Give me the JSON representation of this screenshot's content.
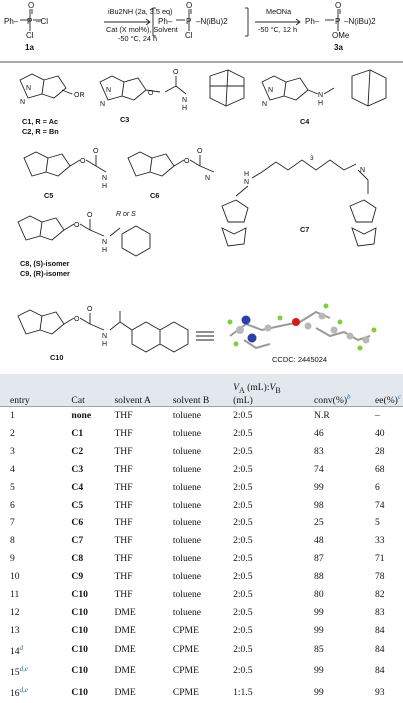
{
  "scheme": {
    "reactant_name": "1a",
    "reagent_line": "iBu2NH (2a, 3.5 eq)",
    "conditions_line1": "Cat (X mol%), Solvent",
    "conditions_line2": "-50 °C, 24 h",
    "step2_line1": "MeONa",
    "step2_line2": "-50 °C, 12 h",
    "product_name": "3a"
  },
  "catalysts": {
    "c1_label": "C1, R = Ac",
    "c2_label": "C2, R = Bn",
    "c3_label": "C3",
    "c4_label": "C4",
    "c5_label": "C5",
    "c6_label": "C6",
    "c7_label": "C7",
    "c8_label": "C8, (S)-isomer",
    "c9_label": "C9, (R)-isomer",
    "c10_label": "C10",
    "r_or_s": "R or S",
    "chain_repeat": "3"
  },
  "crystal": {
    "ccdc": "CCDC: 2445024"
  },
  "table": {
    "headers": {
      "entry": "entry",
      "cat": "Cat",
      "solvent_a": "solvent A",
      "solvent_b": "solvent B",
      "ratio_a": "V",
      "ratio_a_sub": "A",
      "ratio_mid": " (mL):",
      "ratio_b": "V",
      "ratio_b_sub": "B",
      "ratio_unit": "(mL)",
      "conv": "conv(%)",
      "conv_fn": "b",
      "ee": "ee(%)",
      "ee_fn": "c"
    },
    "rows": [
      {
        "entry": "1",
        "fn": "",
        "cat": "none",
        "sa": "THF",
        "sb": "toluene",
        "ratio": "2:0.5",
        "conv": "N.R",
        "ee": "–"
      },
      {
        "entry": "2",
        "fn": "",
        "cat": "C1",
        "sa": "THF",
        "sb": "toluene",
        "ratio": "2:0.5",
        "conv": "46",
        "ee": "40"
      },
      {
        "entry": "3",
        "fn": "",
        "cat": "C2",
        "sa": "THF",
        "sb": "toluene",
        "ratio": "2:0.5",
        "conv": "83",
        "ee": "28"
      },
      {
        "entry": "4",
        "fn": "",
        "cat": "C3",
        "sa": "THF",
        "sb": "toluene",
        "ratio": "2:0.5",
        "conv": "74",
        "ee": "68"
      },
      {
        "entry": "5",
        "fn": "",
        "cat": "C4",
        "sa": "THF",
        "sb": "toluene",
        "ratio": "2:0.5",
        "conv": "99",
        "ee": "6"
      },
      {
        "entry": "6",
        "fn": "",
        "cat": "C5",
        "sa": "THF",
        "sb": "toluene",
        "ratio": "2:0.5",
        "conv": "98",
        "ee": "74"
      },
      {
        "entry": "7",
        "fn": "",
        "cat": "C6",
        "sa": "THF",
        "sb": "toluene",
        "ratio": "2:0.5",
        "conv": "25",
        "ee": "5"
      },
      {
        "entry": "8",
        "fn": "",
        "cat": "C7",
        "sa": "THF",
        "sb": "toluene",
        "ratio": "2:0.5",
        "conv": "48",
        "ee": "33"
      },
      {
        "entry": "9",
        "fn": "",
        "cat": "C8",
        "sa": "THF",
        "sb": "toluene",
        "ratio": "2:0.5",
        "conv": "87",
        "ee": "71"
      },
      {
        "entry": "10",
        "fn": "",
        "cat": "C9",
        "sa": "THF",
        "sb": "toluene",
        "ratio": "2:0.5",
        "conv": "88",
        "ee": "78"
      },
      {
        "entry": "11",
        "fn": "",
        "cat": "C10",
        "sa": "THF",
        "sb": "toluene",
        "ratio": "2:0.5",
        "conv": "80",
        "ee": "82"
      },
      {
        "entry": "12",
        "fn": "",
        "cat": "C10",
        "sa": "DME",
        "sb": "toluene",
        "ratio": "2:0.5",
        "conv": "99",
        "ee": "83"
      },
      {
        "entry": "13",
        "fn": "",
        "cat": "C10",
        "sa": "DME",
        "sb": "CPME",
        "ratio": "2:0.5",
        "conv": "99",
        "ee": "84"
      },
      {
        "entry": "14",
        "fn": "d",
        "cat": "C10",
        "sa": "DME",
        "sb": "CPME",
        "ratio": "2:0.5",
        "conv": "85",
        "ee": "84"
      },
      {
        "entry": "15",
        "fn": "d,e",
        "cat": "C10",
        "sa": "DME",
        "sb": "CPME",
        "ratio": "2:0.5",
        "conv": "99",
        "ee": "84"
      },
      {
        "entry": "16",
        "fn": "d,e",
        "cat": "C10",
        "sa": "DME",
        "sb": "CPME",
        "ratio": "1:1.5",
        "conv": "99",
        "ee": "93"
      }
    ]
  }
}
